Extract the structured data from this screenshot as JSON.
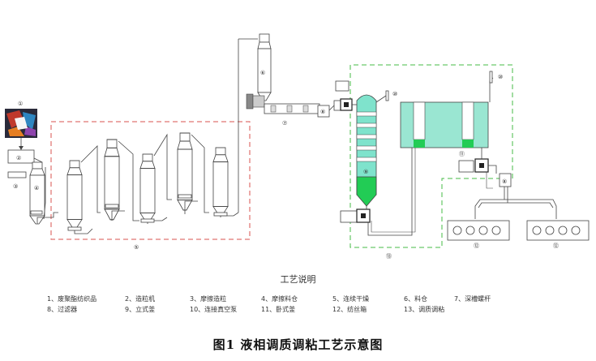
{
  "diagram": {
    "labels": {
      "n1": "①",
      "n2": "②",
      "n3": "③",
      "n4": "④",
      "n5": "⑤",
      "n6": "⑥",
      "n7": "⑦",
      "n8a": "⑧",
      "n8b": "⑧",
      "n9": "⑨",
      "n10a": "⑩",
      "n10b": "⑩",
      "n11": "⑪",
      "n12a": "⑫",
      "n12b": "⑫",
      "n13": "⑬"
    },
    "colors": {
      "line": "#444444",
      "red_dash": "#d9534f",
      "green_dash": "#44bb44",
      "vessel_fill": "#9ae6d2",
      "vessel_green": "#22cc55",
      "tower_fill": "#7fe3cc"
    }
  },
  "legend": {
    "title": "工艺说明",
    "rows": [
      [
        "1、废聚酯纺织品",
        "2、造粒机",
        "3、摩擦造粒",
        "4、摩擦料仓",
        "5、连续干燥",
        "6、料仓",
        "7、深槽螺杆"
      ],
      [
        "8、过滤器",
        "9、立式釜",
        "10、连接真空泵",
        "11、卧式釜",
        "12、纺丝箱",
        "13、调质调粘",
        ""
      ]
    ]
  },
  "caption": "图1 液相调质调粘工艺示意图"
}
